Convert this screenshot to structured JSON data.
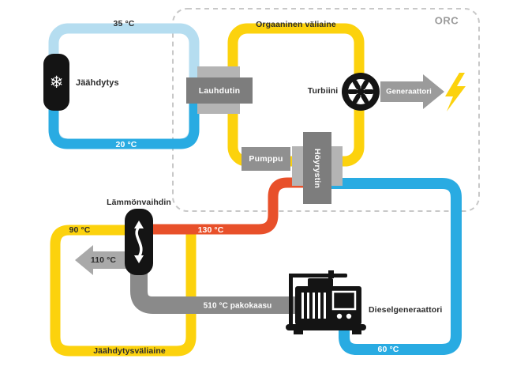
{
  "colors": {
    "light_blue": "#b5ddf0",
    "blue": "#29abe2",
    "yellow": "#fcd20d",
    "red": "#e8502a",
    "pipe_gray": "#8a8a8a",
    "component_gray": "#7d7d7d",
    "flange_gray": "#b4b4b4",
    "arrow_gray": "#a9a9a9",
    "black": "#141414",
    "dashed_border": "#c8c8c8",
    "text_dark": "#2b2b2b",
    "orc_label_gray": "#9b9b9b"
  },
  "icons": {
    "cooler": "snowflake-icon",
    "turbine": "turbine-fan-icon",
    "power": "lightning-bolt-icon",
    "heat_exchanger": "exchange-arrows-icon",
    "engine": "diesel-generator-icon"
  },
  "symbols": {
    "snowflake": "❄"
  },
  "region_orc": {
    "label": "ORC"
  },
  "cooling_loop": {
    "temp_supply": "35 °C",
    "temp_return": "20 °C",
    "cooler_label": "Jäähdytys"
  },
  "orc_loop": {
    "medium": "Orgaaninen väliaine",
    "condenser": "Lauhdutin",
    "pump": "Pumppu",
    "evaporator": "Höyrystin",
    "turbine": "Turbiini",
    "generator": "Generaattori"
  },
  "hot_water_loop": {
    "temp_hot": "130 °C",
    "temp_warm": "90 °C",
    "heat_exchanger": "Lämmönvaihdin",
    "medium": "Jäähdytysväliaine"
  },
  "exhaust": {
    "temp_out": "110 °C",
    "label": "510 °C pakokaasu"
  },
  "engine": {
    "label": "Dieselgeneraattori",
    "temp_cooling": "60 °C"
  }
}
